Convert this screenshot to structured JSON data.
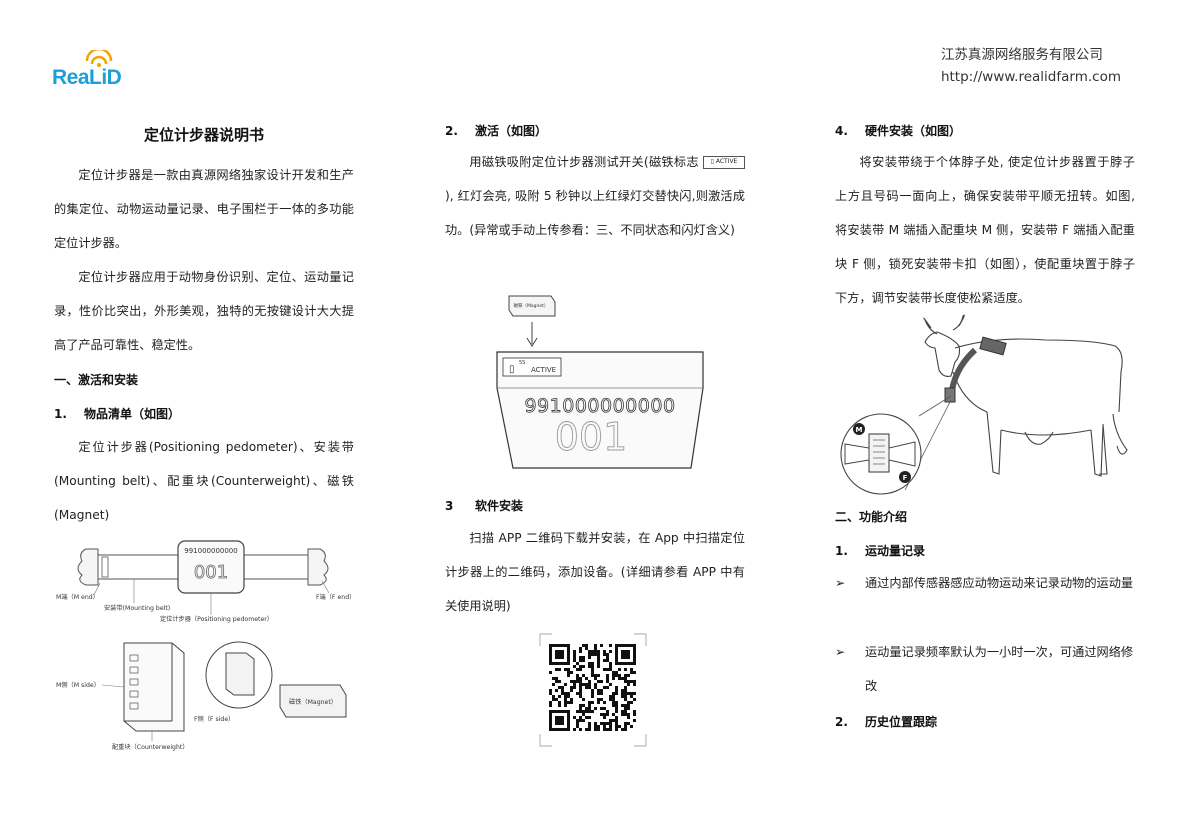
{
  "header": {
    "logo_text": "ReaLiD",
    "company_name": "江苏真源网络服务有限公司",
    "company_url": "http://www.realidfarm.com"
  },
  "doc": {
    "title": "定位计步器说明书",
    "intro_p1": "定位计步器是一款由真源网络独家设计开发和生产的集定位、动物运动量记录、电子围栏于一体的多功能定位计步器。",
    "intro_p2": "定位计步器应用于动物身份识别、定位、运动量记录，性价比突出，外形美观，独特的无按键设计大大提高了产品可靠性、稳定性。",
    "section1_title": "一、激活和安装",
    "item1_num": "1.",
    "item1_title": "物品清单（如图）",
    "item1_text": "定位计步器(Positioning pedometer)、安装带(Mounting belt)、配重块(Counterweight)、磁铁(Magnet)",
    "item2_num": "2.",
    "item2_title": "激活（如图）",
    "item2_text_a": "用磁铁吸附定位计步器测试开关(磁铁标志",
    "item2_text_b": "), 红灯会亮, 吸附 5 秒钟以上红绿灯交替快闪,则激活成功。(异常或手动上传参看：三、不同状态和闪灯含义)",
    "item3_num": "3",
    "item3_title": "软件安装",
    "item3_text": "扫描 APP 二维码下载并安装，在 App 中扫描定位计步器上的二维码，添加设备。(详细请参看 APP 中有关使用说明)",
    "item4_num": "4.",
    "item4_title": "硬件安装（如图）",
    "item4_text": "将安装带绕于个体脖子处, 使定位计步器置于脖子上方且号码一面向上，确保安装带平顺无扭转。如图, 将安装带 M 端插入配重块 M 侧，安装带 F 端插入配重块 F 侧，锁死安装带卡扣（如图），使配重块置于脖子下方，调节安装带长度使松紧适度。",
    "section2_title": "二、功能介绍",
    "func1_num": "1.",
    "func1_title": "运动量记录",
    "bullet_mark": "➢",
    "func1_b1": "通过内部传感器感应动物运动来记录动物的运动量",
    "func1_b2": "运动量记录频率默认为一小时一次，可通过网络修改",
    "func2_num": "2.",
    "func2_title": "历史位置跟踪"
  },
  "figure_items": {
    "device_number": "991000000000",
    "device_code": "001",
    "m_end": "M端（M end）",
    "f_end": "F端（F end）",
    "belt": "安装带(Mounting belt)",
    "pedometer": "定位计步器（Positioning pedometer）",
    "m_side": "M侧（M side）",
    "f_side": "F侧（F side）",
    "magnet": "磁铁（Magnet）",
    "counterweight": "配重块（Counterweight）"
  },
  "activation_figure": {
    "magnet_label": "磁铁（Magnet）",
    "timer": "5S",
    "active": "ACTIVE",
    "number": "991000000000",
    "code": "001"
  },
  "cow_figure": {
    "m_label": "M",
    "f_label": "F"
  },
  "colors": {
    "logo_blue": "#1b9fd8",
    "logo_orange": "#f5a300"
  }
}
